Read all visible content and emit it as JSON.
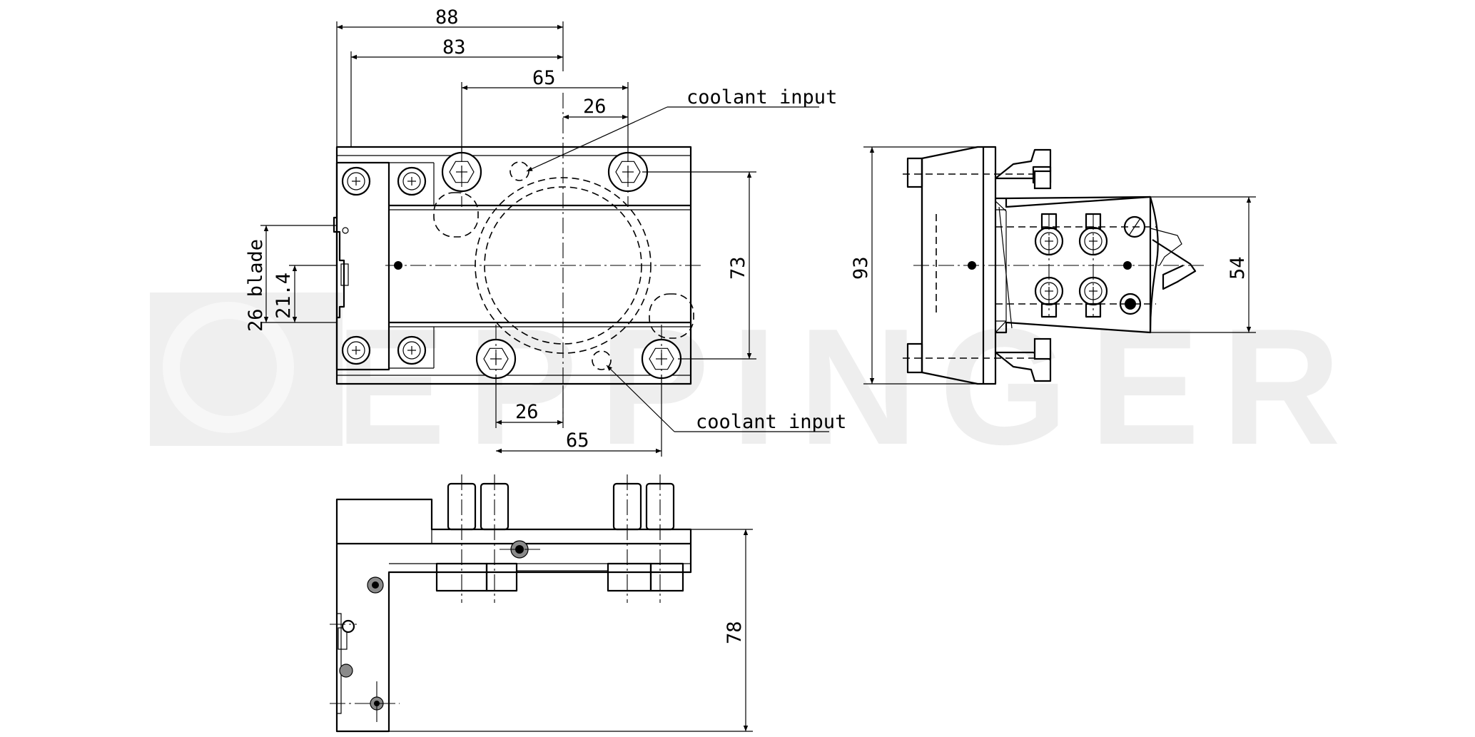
{
  "watermark": {
    "text": "EPPINGER"
  },
  "dimensions": {
    "d88": "88",
    "d83": "83",
    "d65_top": "65",
    "d26_top": "26",
    "d73": "73",
    "d26_bottom": "26",
    "d65_bottom": "65",
    "d26_blade": "26 blade",
    "d21_4": "21.4",
    "d93": "93",
    "d54": "54",
    "d78": "78"
  },
  "callouts": {
    "coolant_top": "coolant input",
    "coolant_bottom": "coolant input"
  },
  "colors": {
    "line": "#000000",
    "watermark": "#c9c9c9",
    "background": "#ffffff"
  }
}
